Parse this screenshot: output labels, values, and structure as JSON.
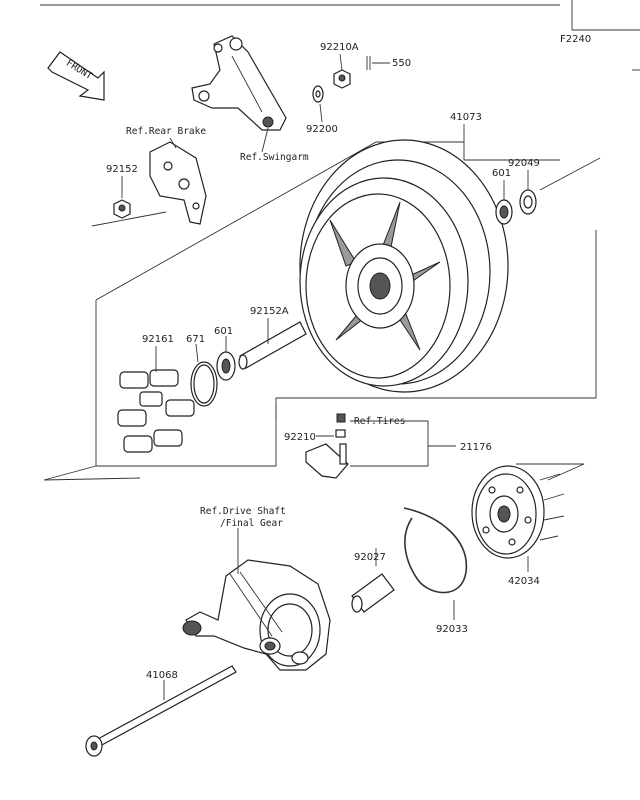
{
  "figure_code": "F2240",
  "front_arrow": "FRONT",
  "labels": {
    "p92210A": "92210A",
    "p550": "550",
    "p92200": "92200",
    "p41073": "41073",
    "p92049": "92049",
    "p601a": "601",
    "p92152": "92152",
    "p92152A": "92152A",
    "p92161": "92161",
    "p671": "671",
    "p601b": "601",
    "p92210": "92210",
    "p21176": "21176",
    "p92027": "92027",
    "p92033": "92033",
    "p42034": "42034",
    "p41068": "41068"
  },
  "refs": {
    "rear_brake": "Ref.Rear Brake",
    "swingarm": "Ref.Swingarm",
    "tires": "Ref.Tires",
    "drive_shaft_1": "Ref.Drive Shaft",
    "drive_shaft_2": "/Final Gear"
  }
}
